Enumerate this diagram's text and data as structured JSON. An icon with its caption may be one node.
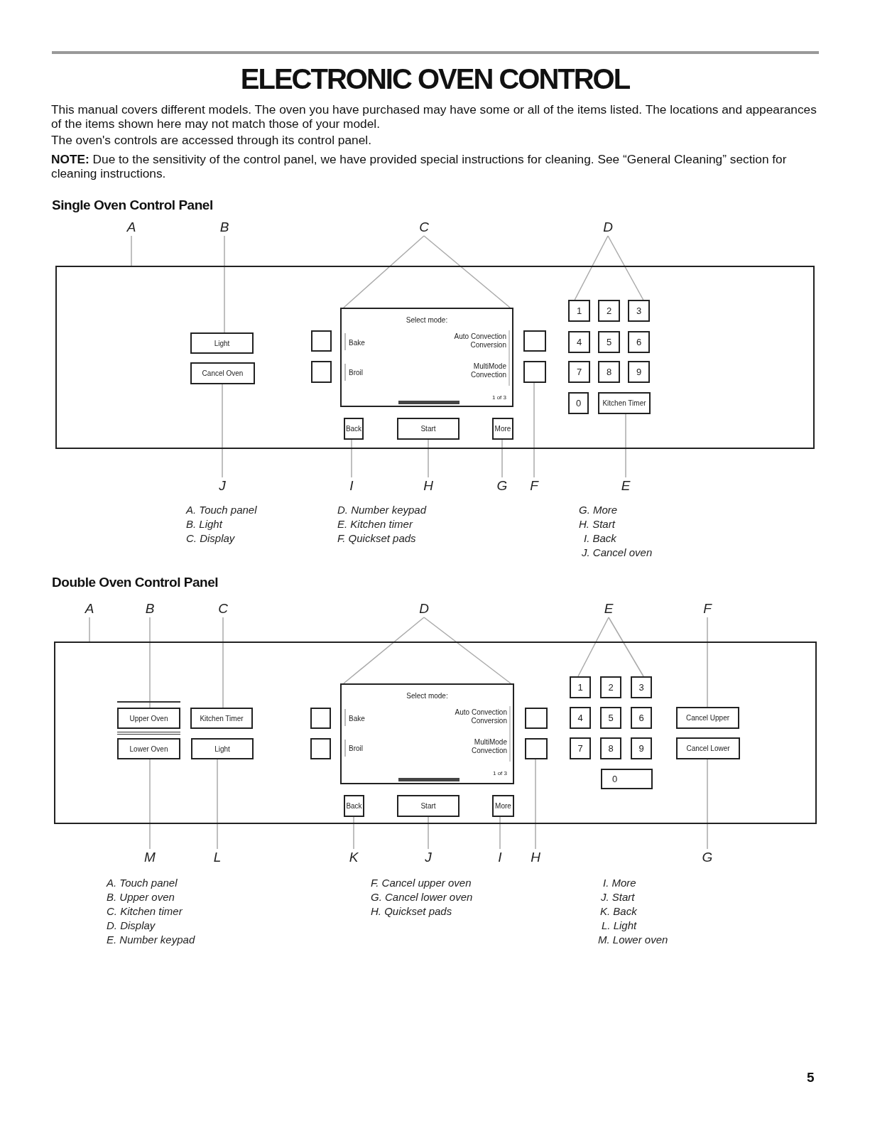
{
  "diagram": {
    "title": "ELECTRONIC OVEN CONTROL",
    "nodes": [
      {
        "text": [
          "A"
        ]
      },
      {
        "text": [
          "B"
        ]
      },
      {
        "text": [
          "C"
        ]
      },
      {
        "text": [
          "D"
        ]
      },
      {
        "text": [],
        "shape": "box"
      },
      {
        "text": [
          "Light"
        ],
        "in": 4
      },
      {
        "text": [
          "Cancel Oven"
        ],
        "in": 4
      },
      {
        "text": [],
        "shape": "box",
        "in": 4
      },
      {
        "text": [],
        "shape": "box",
        "in": 4
      },
      {
        "text": [
          "Select mode:",
          "Bake",
          "Auto Convection Conversion",
          "Broil",
          "MultiMode Convection",
          "1 of 3"
        ],
        "in": 4
      },
      {
        "text": [],
        "shape": "box",
        "in": 4
      },
      {
        "text": [],
        "shape": "box",
        "in": 4
      },
      {
        "text": [
          "1"
        ],
        "in": 4
      },
      {
        "text": [
          "2"
        ],
        "in": 4
      },
      {
        "text": [
          "3"
        ],
        "in": 4
      },
      {
        "text": [
          "4"
        ],
        "in": 4
      },
      {
        "text": [
          "5"
        ],
        "in": 4
      },
      {
        "text": [
          "6"
        ],
        "in": 4
      },
      {
        "text": [
          "7"
        ],
        "in": 4
      },
      {
        "text": [
          "8"
        ],
        "in": 4
      },
      {
        "text": [
          "9"
        ],
        "in": 4
      },
      {
        "text": [
          "0"
        ],
        "in": 4
      },
      {
        "text": [
          "Kitchen Timer"
        ],
        "in": 4
      },
      {
        "text": [
          "Back"
        ],
        "in": 4
      },
      {
        "text": [
          "Start"
        ],
        "in": 4
      },
      {
        "text": [
          "More"
        ],
        "in": 4
      },
      {
        "text": [
          "J"
        ]
      },
      {
        "text": [
          "I"
        ]
      },
      {
        "text": [
          "H"
        ]
      },
      {
        "text": [
          "G"
        ]
      },
      {
        "text": [
          "F"
        ]
      },
      {
        "text": [
          "E"
        ]
      },
      {
        "text": [
          "A"
        ]
      },
      {
        "text": [
          "B"
        ]
      },
      {
        "text": [
          "C"
        ]
      },
      {
        "text": [
          "D"
        ]
      },
      {
        "text": [
          "E"
        ]
      },
      {
        "text": [
          "F"
        ]
      },
      {
        "text": [],
        "shape": "box"
      },
      {
        "text": [
          "Upper Oven"
        ],
        "in": 38
      },
      {
        "text": [
          "Kitchen Timer"
        ],
        "in": 38
      },
      {
        "text": [
          "Lower Oven"
        ],
        "in": 38
      },
      {
        "text": [
          "Light"
        ],
        "in": 38
      },
      {
        "text": [],
        "shape": "box",
        "in": 38
      },
      {
        "text": [],
        "shape": "box",
        "in": 38
      },
      {
        "text": [
          "Select mode:",
          "Bake",
          "Auto Convection Conversion",
          "Broil",
          "MultiMode Convection",
          "1 of 3"
        ],
        "in": 38
      },
      {
        "text": [],
        "shape": "box",
        "in": 38
      },
      {
        "text": [],
        "shape": "box",
        "in": 38
      },
      {
        "text": [
          "1"
        ],
        "in": 38
      },
      {
        "text": [
          "2"
        ],
        "in": 38
      },
      {
        "text": [
          "3"
        ],
        "in": 38
      },
      {
        "text": [
          "4"
        ],
        "in": 38
      },
      {
        "text": [
          "5"
        ],
        "in": 38
      },
      {
        "text": [
          "6"
        ],
        "in": 38
      },
      {
        "text": [
          "7"
        ],
        "in": 38
      },
      {
        "text": [
          "8"
        ],
        "in": 38
      },
      {
        "text": [
          "9"
        ],
        "in": 38
      },
      {
        "text": [
          "0"
        ],
        "in": 38
      },
      {
        "text": [
          "Cancel Upper"
        ],
        "in": 38
      },
      {
        "text": [
          "Cancel Lower"
        ],
        "in": 38
      },
      {
        "text": [
          "Back"
        ],
        "in": 38
      },
      {
        "text": [
          "Start"
        ],
        "in": 38
      },
      {
        "text": [
          "More"
        ],
        "in": 38
      },
      {
        "text": [
          "M"
        ]
      },
      {
        "text": [
          "L"
        ]
      },
      {
        "text": [
          "K"
        ]
      },
      {
        "text": [
          "J"
        ]
      },
      {
        "text": [
          "I"
        ]
      },
      {
        "text": [
          "H"
        ]
      },
      {
        "text": [
          "G"
        ]
      }
    ],
    "edges": [
      {
        "from": 0,
        "to": 4,
        "arrow": "none"
      },
      {
        "from": 1,
        "to": 5,
        "arrow": "none"
      },
      {
        "from": 2,
        "to": 9,
        "arrow": "none"
      },
      {
        "from": 2,
        "to": 9,
        "arrow": "none"
      },
      {
        "from": 3,
        "to": 12,
        "arrow": "none"
      },
      {
        "from": 3,
        "to": 14,
        "arrow": "none"
      },
      {
        "from": 26,
        "to": 6,
        "arrow": "none"
      },
      {
        "from": 27,
        "to": 23,
        "arrow": "none"
      },
      {
        "from": 28,
        "to": 24,
        "arrow": "none"
      },
      {
        "from": 29,
        "to": 25,
        "arrow": "none"
      },
      {
        "from": 30,
        "to": 11,
        "arrow": "none"
      },
      {
        "from": 31,
        "to": 22,
        "arrow": "none"
      },
      {
        "from": 32,
        "to": 38,
        "arrow": "none"
      },
      {
        "from": 33,
        "to": 39,
        "arrow": "none"
      },
      {
        "from": 34,
        "to": 40,
        "arrow": "none"
      },
      {
        "from": 35,
        "to": 45,
        "arrow": "none"
      },
      {
        "from": 35,
        "to": 45,
        "arrow": "none"
      },
      {
        "from": 36,
        "to": 48,
        "arrow": "none"
      },
      {
        "from": 36,
        "to": 50,
        "arrow": "none"
      },
      {
        "from": 37,
        "to": 58,
        "arrow": "none"
      },
      {
        "from": 63,
        "to": 41,
        "arrow": "none"
      },
      {
        "from": 64,
        "to": 42,
        "arrow": "none"
      },
      {
        "from": 65,
        "to": 60,
        "arrow": "none"
      },
      {
        "from": 66,
        "to": 61,
        "arrow": "none"
      },
      {
        "from": 67,
        "to": 62,
        "arrow": "none"
      },
      {
        "from": 68,
        "to": 47,
        "arrow": "none"
      },
      {
        "from": 69,
        "to": 59,
        "arrow": "none"
      }
    ],
    "labels": [
      "This manual covers different models. The oven you have purchased may have some or all of the items listed. The locations and appearances of the items shown here may not match those of your model.",
      "The oven's controls are accessed through its control panel.",
      "**NOTE:** Due to the sensitivity of the control panel, we have provided special instructions for cleaning. See “General Cleaning” section for cleaning instructions.",
      "Single Oven Control Panel",
      "A. Touch panel",
      "B. Light",
      "C. Display",
      "D. Number keypad",
      "E. Kitchen timer",
      "F. Quickset pads",
      "G. More",
      "H. Start",
      "I. Back",
      "J. Cancel oven",
      "Double Oven Control Panel",
      "A. Touch panel",
      "B. Upper oven",
      "C. Kitchen timer",
      "D. Display",
      "E. Number keypad",
      "F. Cancel upper oven",
      "G. Cancel lower oven",
      "H. Quickset pads",
      "I. More",
      "J. Start",
      "K. Back",
      "L. Light",
      "M. Lower oven",
      "5"
    ]
  }
}
